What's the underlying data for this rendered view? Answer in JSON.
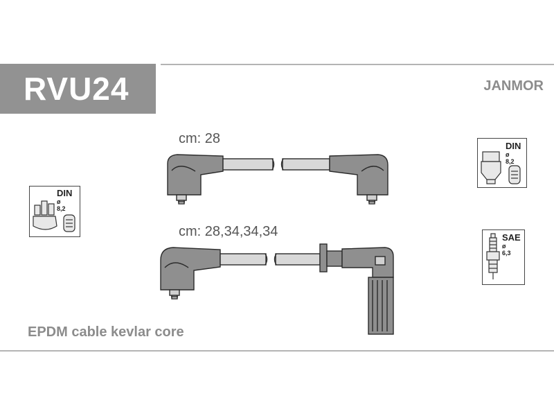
{
  "header": {
    "part_code": "RVU24",
    "brand": "JANMOR"
  },
  "cables": [
    {
      "length_label": "cm: 28"
    },
    {
      "length_label": "cm: 28,34,34,34"
    }
  ],
  "connectors": {
    "distributor": {
      "standard": "DIN",
      "diameter": "ø 8,2"
    },
    "coil": {
      "standard": "DIN",
      "diameter": "ø 8,2"
    },
    "spark_plug": {
      "standard": "SAE",
      "diameter": "ø 6,3"
    }
  },
  "footer": {
    "description": "EPDM cable kevlar core"
  },
  "colors": {
    "header_box": "#929292",
    "boot_fill": "#8f8f8f",
    "outline": "#2a2a2a"
  }
}
